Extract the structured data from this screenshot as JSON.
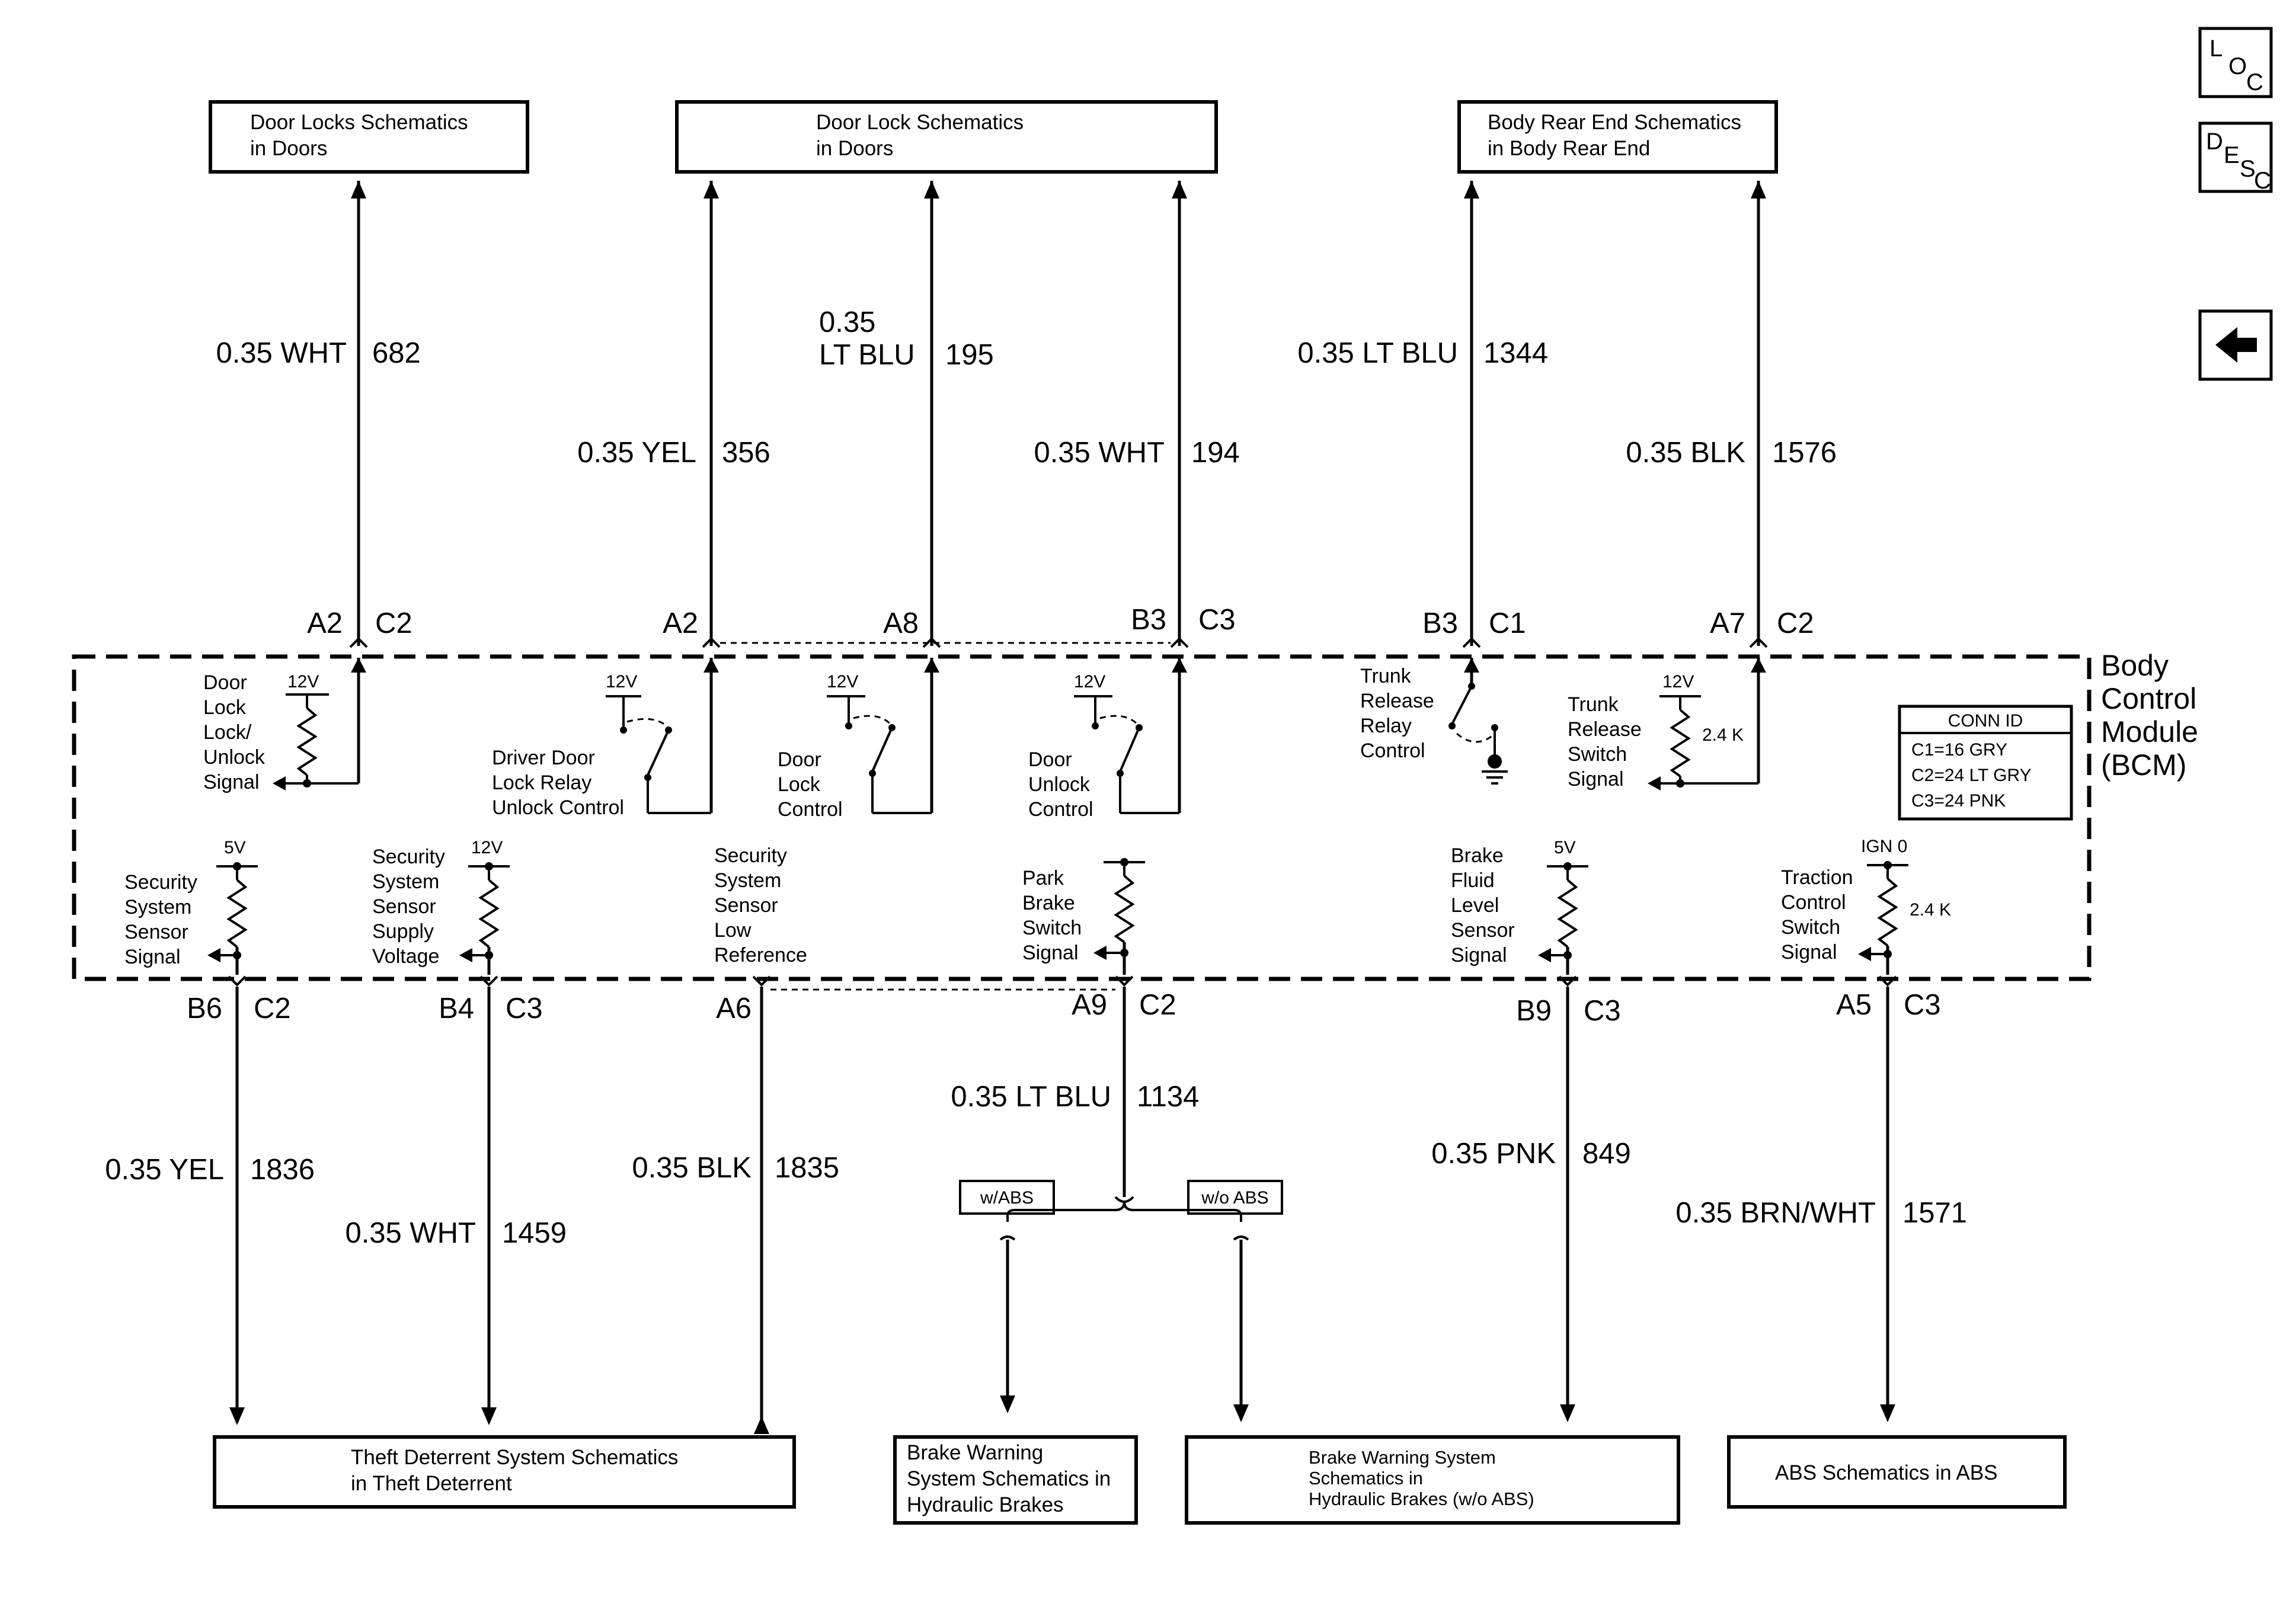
{
  "module": {
    "lines": [
      "Body",
      "Control",
      "Module",
      "(BCM)"
    ]
  },
  "nav": {
    "loc": {
      "letters": [
        "L",
        "O",
        "C"
      ]
    },
    "desc": {
      "letters": [
        "D",
        "E",
        "S",
        "C"
      ]
    },
    "back_icon": "left-arrow-icon"
  },
  "conn_id": {
    "title": "CONN ID",
    "rows": [
      "C1=16 GRY",
      "C2=24 LT GRY",
      "C3=24 PNK"
    ]
  },
  "top_boxes": [
    {
      "lines": [
        "Door Locks Schematics",
        "in Doors"
      ]
    },
    {
      "lines": [
        "Door Lock Schematics",
        "in Doors"
      ]
    },
    {
      "lines": [
        "Body Rear End Schematics",
        "in Body Rear End"
      ]
    }
  ],
  "bottom_boxes": [
    {
      "lines": [
        "Theft Deterrent System Schematics",
        "in Theft Deterrent"
      ]
    },
    {
      "lines": [
        "Brake Warning",
        "System Schematics in",
        "Hydraulic Brakes"
      ]
    },
    {
      "lines": [
        "Brake Warning System",
        "Schematics in",
        "Hydraulic Brakes (w/o ABS)"
      ]
    },
    {
      "lines": [
        "ABS Schematics in ABS"
      ]
    }
  ],
  "top_wires": [
    {
      "gauge": "0.35 WHT",
      "circuit": "682",
      "pin": "A2",
      "connector": "C2"
    },
    {
      "gauge": "0.35 YEL",
      "circuit": "356",
      "pin": "A2",
      "connector": ""
    },
    {
      "gauge_lines": [
        "0.35",
        "LT BLU"
      ],
      "circuit": "195",
      "pin": "A8",
      "connector": ""
    },
    {
      "gauge": "0.35 WHT",
      "circuit": "194",
      "pin": "B3",
      "connector": "C3"
    },
    {
      "gauge": "0.35 LT BLU",
      "circuit": "1344",
      "pin": "B3",
      "connector": "C1"
    },
    {
      "gauge": "0.35 BLK",
      "circuit": "1576",
      "pin": "A7",
      "connector": "C2"
    }
  ],
  "bottom_wires": [
    {
      "gauge": "0.35 YEL",
      "circuit": "1836",
      "pin": "B6",
      "connector": "C2"
    },
    {
      "gauge": "0.35 WHT",
      "circuit": "1459",
      "pin": "B4",
      "connector": "C3"
    },
    {
      "gauge": "0.35 BLK",
      "circuit": "1835",
      "pin": "A6",
      "connector": ""
    },
    {
      "gauge": "0.35 LT BLU",
      "circuit": "1134",
      "pin": "A9",
      "connector": "C2"
    },
    {
      "gauge": "0.35 PNK",
      "circuit": "849",
      "pin": "B9",
      "connector": "C3"
    },
    {
      "gauge": "0.35 BRN/WHT",
      "circuit": "1571",
      "pin": "A5",
      "connector": "C3"
    }
  ],
  "upper_circuits": [
    {
      "supply": "12V",
      "lines": [
        "Door",
        "Lock",
        "Lock/",
        "Unlock",
        "Signal"
      ]
    },
    {
      "supply": "12V",
      "lines": [
        "Driver Door",
        "Lock Relay",
        "Unlock Control"
      ]
    },
    {
      "supply": "12V",
      "lines": [
        "Door",
        "Lock",
        "Control"
      ]
    },
    {
      "supply": "12V",
      "lines": [
        "Door",
        "Unlock",
        "Control"
      ]
    },
    {
      "supply": "",
      "lines": [
        "Trunk",
        "Release",
        "Relay",
        "Control"
      ]
    },
    {
      "supply": "12V",
      "resistor": "2.4 K",
      "lines": [
        "Trunk",
        "Release",
        "Switch",
        "Signal"
      ]
    }
  ],
  "lower_circuits": [
    {
      "supply": "5V",
      "lines": [
        "Security",
        "System",
        "Sensor",
        "Signal"
      ]
    },
    {
      "supply": "12V",
      "lines": [
        "Security",
        "System",
        "Sensor",
        "Supply",
        "Voltage"
      ]
    },
    {
      "supply": "",
      "lines": [
        "Security",
        "System",
        "Sensor",
        "Low",
        "Reference"
      ]
    },
    {
      "supply": "",
      "lines": [
        "Park",
        "Brake",
        "Switch",
        "Signal"
      ]
    },
    {
      "supply": "5V",
      "lines": [
        "Brake",
        "Fluid",
        "Level",
        "Sensor",
        "Signal"
      ]
    },
    {
      "supply": "IGN 0",
      "resistor": "2.4 K",
      "lines": [
        "Traction",
        "Control",
        "Switch",
        "Signal"
      ]
    }
  ],
  "options": {
    "with_abs": "w/ABS",
    "without_abs": "w/o ABS"
  }
}
